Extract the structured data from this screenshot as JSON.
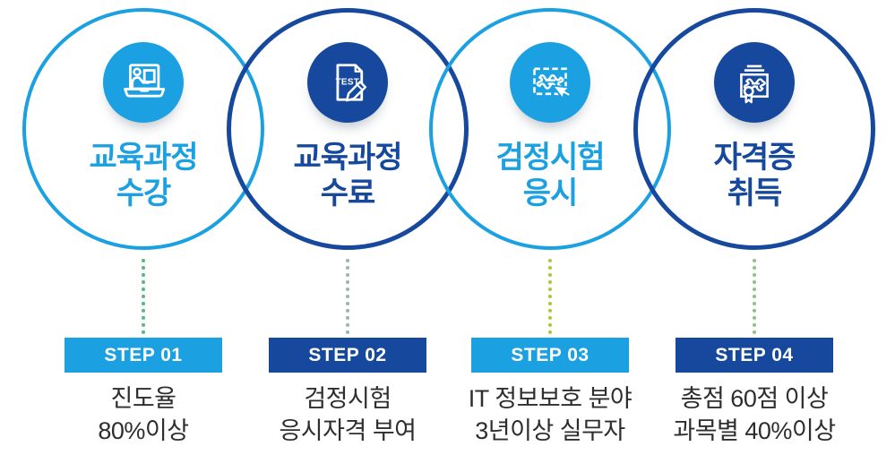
{
  "colors": {
    "light_blue": "#1BA0E1",
    "navy": "#16499D",
    "caption_text": "#2e2e2e",
    "badge_text": "#ffffff",
    "background": "#ffffff"
  },
  "steps": [
    {
      "badge_label": "STEP 01",
      "title_line1": "교육과정",
      "title_line2": "수강",
      "caption_line1": "진도율",
      "caption_line2": "80%이상",
      "icon": "laptop-lecture-icon",
      "accent": "#1BA0E1",
      "dot_color": "#55B97E"
    },
    {
      "badge_label": "STEP 02",
      "title_line1": "교육과정",
      "title_line2": "수료",
      "caption_line1": "검정시험",
      "caption_line2": "응시자격 부여",
      "icon": "test-document-icon",
      "icon_label": "TEST",
      "accent": "#16499D",
      "dot_color": "#95B7AF"
    },
    {
      "badge_label": "STEP 03",
      "title_line1": "검정시험",
      "title_line2": "응시",
      "caption_line1": "IT 정보보호 분야",
      "caption_line2": "3년이상 실무자",
      "icon": "certificate-cursor-icon",
      "accent": "#1BA0E1",
      "dot_color": "#A8C93B"
    },
    {
      "badge_label": "STEP 04",
      "title_line1": "자격증",
      "title_line2": "취득",
      "caption_line1": "총점 60점 이상",
      "caption_line2": "과목별 40%이상",
      "icon": "certificate-ribbon-icon",
      "accent": "#16499D",
      "dot_color": "#90C187"
    }
  ]
}
